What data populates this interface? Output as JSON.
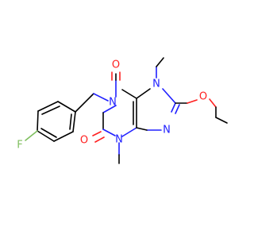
{
  "molecule": {
    "atom_labels": {
      "o_top": "O",
      "o_left": "O",
      "o_ether": "O",
      "n1": "N",
      "n3": "N",
      "n7": "N",
      "n9": "N",
      "f": "F"
    },
    "colors": {
      "bond": "#000000",
      "nitrogen": "#2020ff",
      "oxygen": "#ff2020",
      "fluorine": "#7fbf5f"
    }
  }
}
